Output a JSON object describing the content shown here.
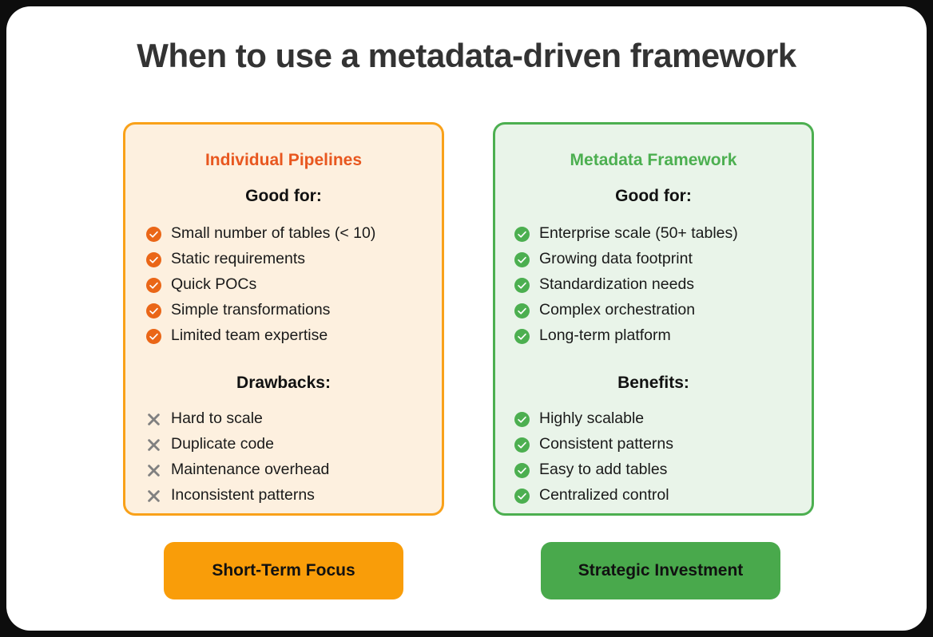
{
  "page": {
    "title": "When to use a metadata-driven framework",
    "background_color": "#0d0d0d",
    "surface_color": "#ffffff"
  },
  "colors": {
    "orange_accent": "#e8571f",
    "orange_border": "#f9a119",
    "orange_fill": "#fdf0df",
    "orange_check": "#ea6617",
    "orange_pill": "#f99d09",
    "green_accent": "#4caf50",
    "green_border": "#4caf50",
    "green_fill": "#e9f4e9",
    "green_check": "#4caf50",
    "green_pill": "#49a94c",
    "x_mark": "#808080",
    "title_text": "#333333",
    "body_text": "#1a1a1a"
  },
  "panels": [
    {
      "id": "individual-pipelines",
      "heading": "Individual Pipelines",
      "good_label": "Good for:",
      "good_items": [
        "Small number of tables (< 10)",
        "Static requirements",
        "Quick POCs",
        "Simple transformations",
        "Limited team expertise"
      ],
      "second_label": "Drawbacks:",
      "second_items": [
        "Hard to scale",
        "Duplicate code",
        "Maintenance overhead",
        "Inconsistent patterns"
      ],
      "good_icon": "check-circle-icon",
      "second_icon": "x-mark-icon",
      "pill_label": "Short-Term Focus"
    },
    {
      "id": "metadata-framework",
      "heading": "Metadata Framework",
      "good_label": "Good for:",
      "good_items": [
        "Enterprise scale (50+ tables)",
        "Growing data footprint",
        "Standardization needs",
        "Complex orchestration",
        "Long-term platform"
      ],
      "second_label": "Benefits:",
      "second_items": [
        "Highly scalable",
        "Consistent patterns",
        "Easy to add tables",
        "Centralized control"
      ],
      "good_icon": "check-circle-icon",
      "second_icon": "check-circle-icon",
      "pill_label": "Strategic Investment"
    }
  ]
}
